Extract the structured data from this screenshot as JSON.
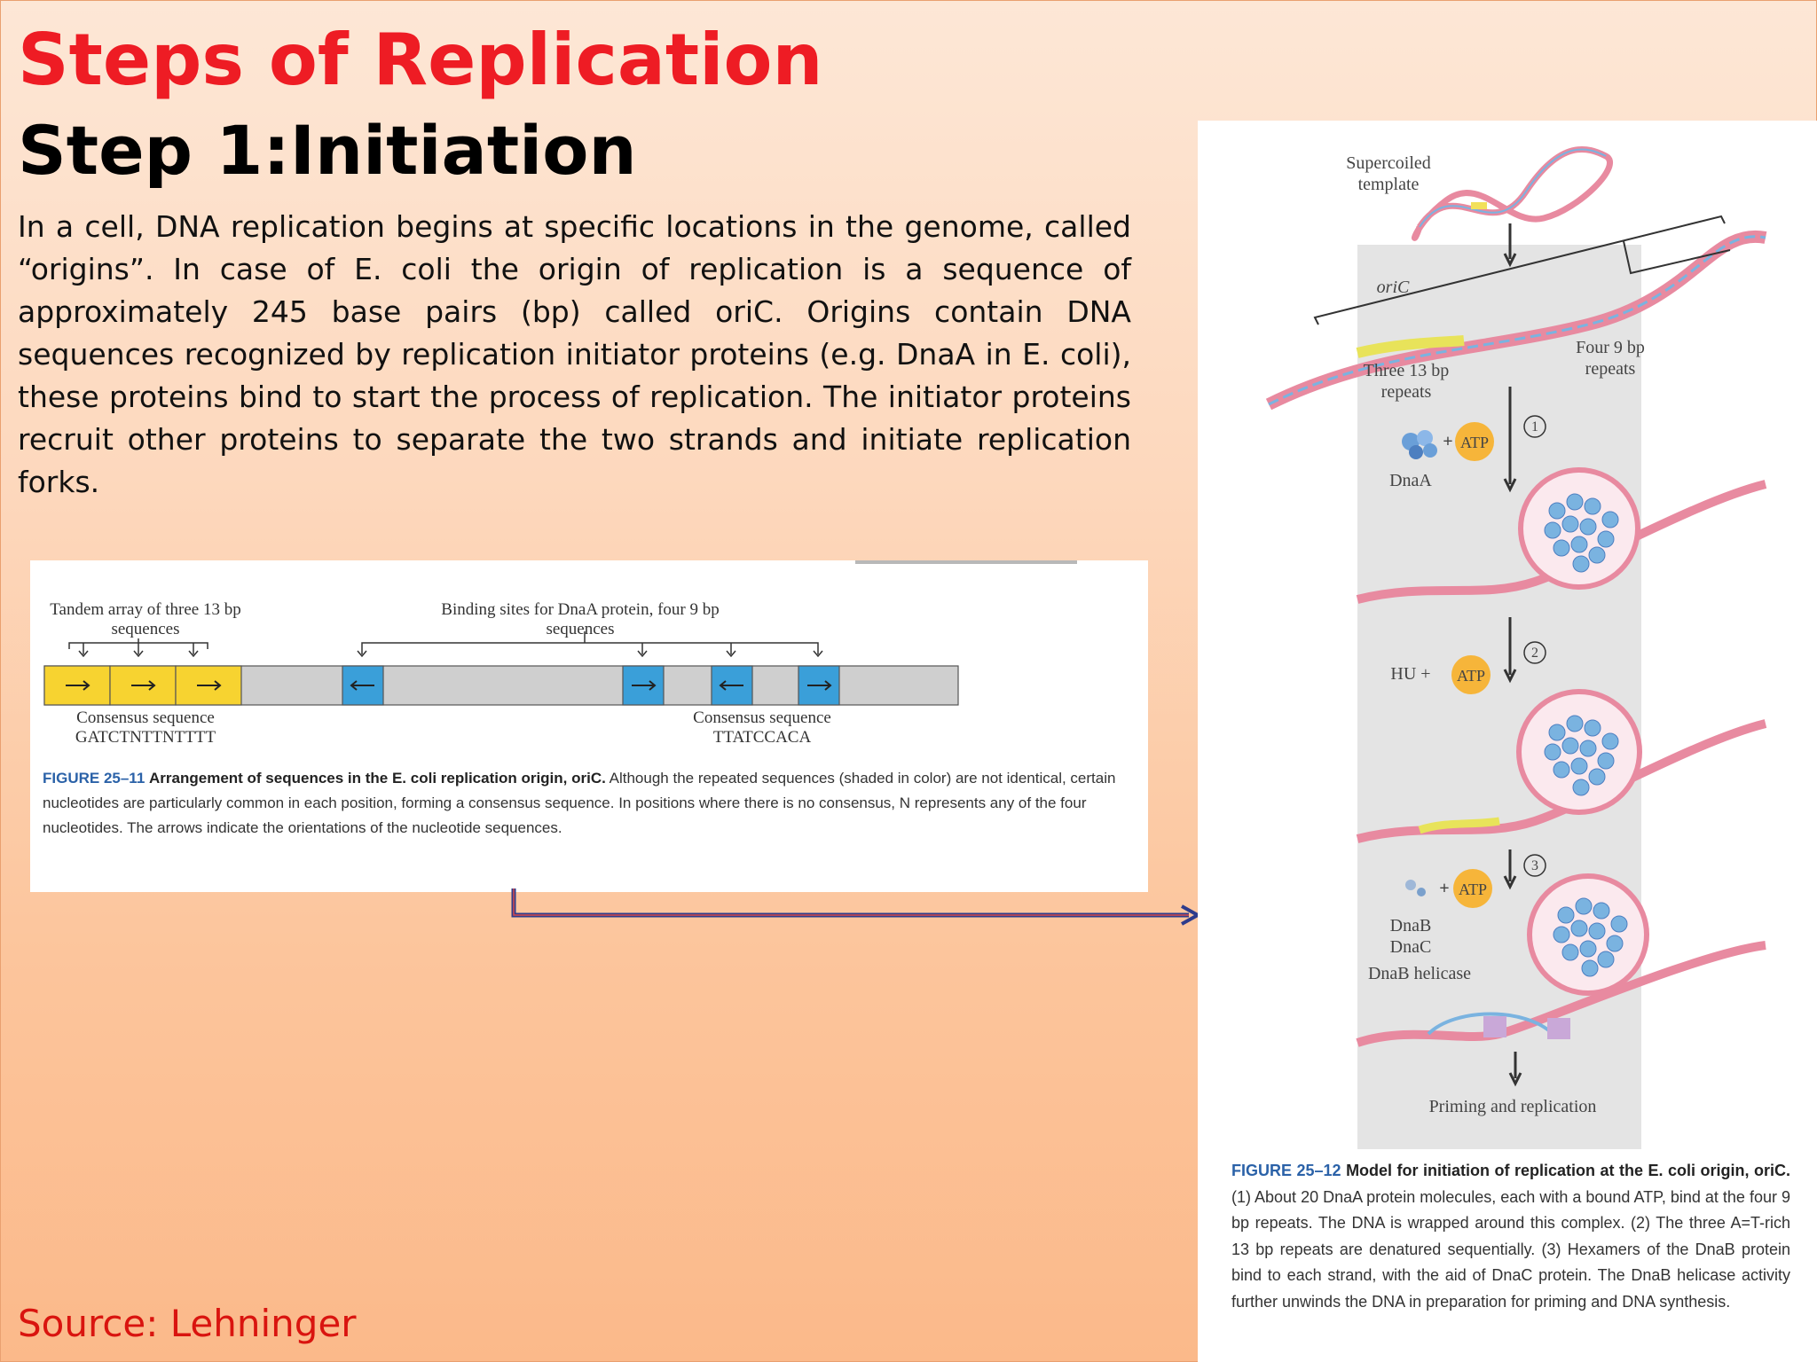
{
  "slide": {
    "title": "Steps of Replication",
    "subtitle": "Step 1:Initiation",
    "body": "In a cell, DNA replication begins at specific locations in the genome, called “origins”. In case of E. coli the origin of replication is a sequence of approximately 245 base pairs (bp) called oriC. Origins contain DNA sequences recognized by replication initiator proteins (e.g. DnaA in E. coli), these proteins bind to start the process of replication. The initiator proteins recruit other proteins to separate the two strands and initiate replication forks.",
    "source": "Source: Lehninger"
  },
  "figure_25_11": {
    "label_tandem": "Tandem array of three 13 bp sequences",
    "label_binding": "Binding sites for DnaA protein, four 9 bp sequences",
    "label_consensus_13": "Consensus sequence",
    "seq_13": "GATCTNTTNTTTT",
    "label_consensus_9": "Consensus sequence",
    "seq_9": "TTATCCACA",
    "caption_number": "FIGURE 25–11",
    "caption_title": "Arrangement of sequences in the E. coli replication origin, oriC.",
    "caption_text": "Although the repeated sequences (shaded in color) are not identical, certain nucleotides are particularly common in each position, forming a consensus sequence. In positions where there is no consensus, N represents any of the four nucleotides. The arrows indicate the orientations of the nucleotide sequences.",
    "colors": {
      "yellow_box": "#f7d330",
      "blue_box": "#3a9fd9",
      "gray_bar": "#cfcfcf"
    }
  },
  "figure_25_12": {
    "label_supercoiled": "Supercoiled template",
    "label_oric": "oriC",
    "label_13bp": "Three 13 bp repeats",
    "label_9bp": "Four 9 bp repeats",
    "label_dnaa": "DnaA",
    "label_atp": "ATP",
    "label_plus": "+",
    "label_hu": "HU +",
    "label_dnab": "DnaB",
    "label_dnac": "DnaC",
    "label_helicase": "DnaB helicase",
    "label_priming": "Priming and replication",
    "step_1": "1",
    "step_2": "2",
    "step_3": "3",
    "caption_number": "FIGURE 25–12",
    "caption_title": "Model for initiation of replication at the E. coli origin, oriC.",
    "caption_text": "(1) About 20 DnaA protein molecules, each with a bound ATP, bind at the four 9 bp repeats. The DNA is wrapped around this complex. (2) The three A=T-rich 13 bp repeats are denatured sequentially. (3) Hexamers of the DnaB protein bind to each strand, with the aid of DnaC protein. The DnaB helicase activity further unwinds the DNA in preparation for priming and DNA synthesis.",
    "colors": {
      "dna_pink": "#e88aa0",
      "dna_blue": "#7ab3e0",
      "atp_orange": "#f6b53a",
      "panel_gray": "#e4e4e4"
    }
  }
}
